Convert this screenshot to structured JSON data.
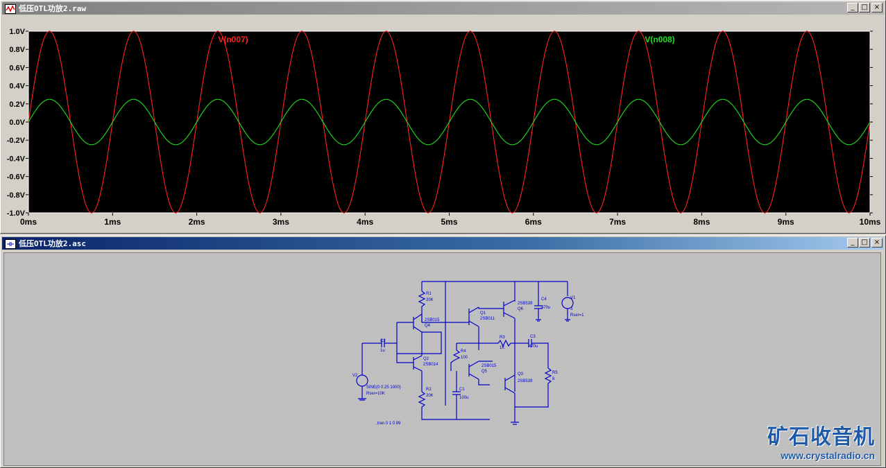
{
  "waveform_window": {
    "title": "低压OTL功放2.raw",
    "buttons": {
      "minimize": "_",
      "maximize": "□",
      "close": "×"
    }
  },
  "schematic_window": {
    "title": "低压OTL功放2.asc",
    "buttons": {
      "minimize": "_",
      "maximize": "□",
      "close": "×"
    }
  },
  "chart_data": {
    "type": "line",
    "background": "#000000",
    "grid": false,
    "x_unit": "ms",
    "xlim": [
      0,
      10
    ],
    "ylim": [
      -1.0,
      1.0
    ],
    "x_ticks": [
      "0ms",
      "1ms",
      "2ms",
      "3ms",
      "4ms",
      "5ms",
      "6ms",
      "7ms",
      "8ms",
      "9ms",
      "10ms"
    ],
    "y_ticks": [
      "1.0V",
      "0.8V",
      "0.6V",
      "0.4V",
      "0.2V",
      "0.0V",
      "-0.2V",
      "-0.4V",
      "-0.6V",
      "-0.8V",
      "-1.0V"
    ],
    "series": [
      {
        "name": "V(n007)",
        "color": "#ff2020",
        "amplitude": 1.0,
        "frequency_hz": 1000,
        "phase": "sine"
      },
      {
        "name": "V(n008)",
        "color": "#20e020",
        "amplitude": 0.25,
        "frequency_hz": 1000,
        "phase": "sine"
      }
    ]
  },
  "schematic": {
    "labels": {
      "r1": "R1",
      "r1v": "20K",
      "r2": "R2",
      "r2v": "20K",
      "r3": "R3",
      "r3v": "1K",
      "r4": "R4",
      "r4v": "100",
      "r5": "R5",
      "r5v": "8",
      "c1": "C1",
      "c1v": "100u",
      "c2": "C2",
      "c2v": "1u",
      "c3": "C3",
      "c3v": "470u",
      "c4": "C4",
      "c4v": "470u",
      "q1": "Q1",
      "q1v": "2SB011",
      "q2": "Q2",
      "q2v": "2SB014",
      "q3": "Q3",
      "q3v": "2SB539",
      "q4": "Q4",
      "q4v": "2SB015",
      "q5": "Q5",
      "q5v": "2SB015",
      "q6": "Q6",
      "q6v": "2SB539",
      "v1": "V1",
      "v1v": "3",
      "v1r": "Rser=1",
      "v2": "V2",
      "v2v": "SINE(0 0.25 1000)",
      "v2r": "Rser=10K",
      "tran": ".tran 0 1 0.99"
    }
  },
  "watermark": {
    "title": "矿石收音机",
    "url": "www.crystalradio.cn"
  }
}
